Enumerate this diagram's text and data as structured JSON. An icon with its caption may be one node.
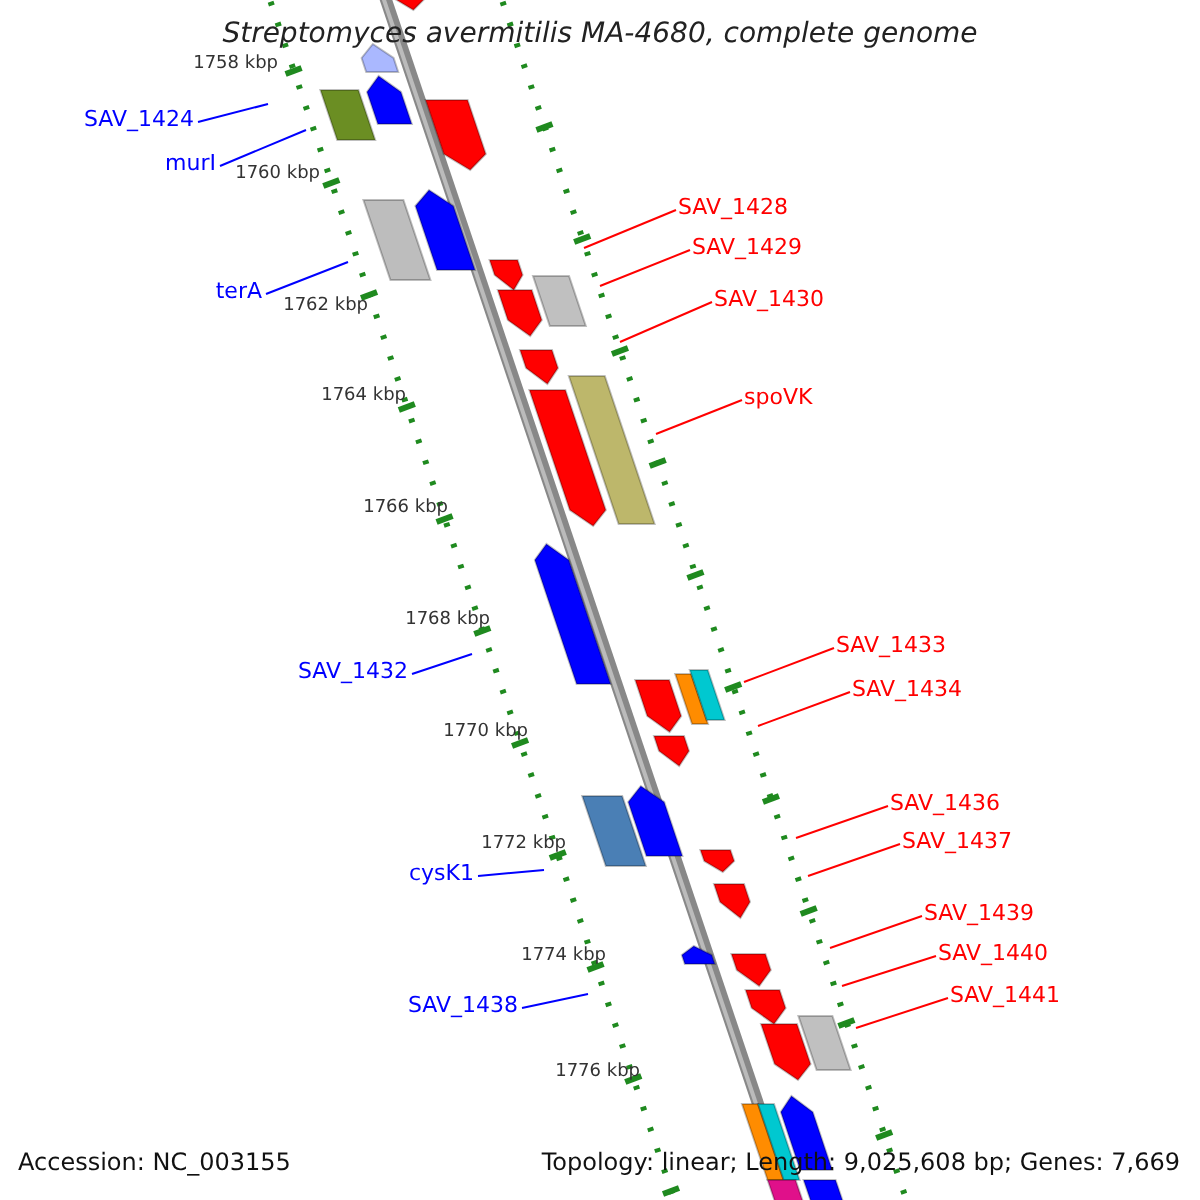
{
  "diagram": {
    "title": "Streptomyces avermitilis MA-4680, complete genome",
    "nodes": [
      {
        "text": [
          "SAV_1424"
        ]
      },
      {
        "text": [
          "murI"
        ]
      },
      {
        "text": [
          "SAV_1428"
        ]
      },
      {
        "text": [
          "SAV_1429"
        ]
      },
      {
        "text": [
          "terA"
        ]
      },
      {
        "text": [
          "SAV_1430"
        ]
      },
      {
        "text": [
          "spoVK"
        ]
      },
      {
        "text": [
          "SAV_1433"
        ]
      },
      {
        "text": [
          "SAV_1432"
        ]
      },
      {
        "text": [
          "SAV_1434"
        ]
      },
      {
        "text": [
          "SAV_1436"
        ]
      },
      {
        "text": [
          "SAV_1437"
        ]
      },
      {
        "text": [
          "cysK1"
        ]
      },
      {
        "text": [
          "SAV_1439"
        ]
      },
      {
        "text": [
          "SAV_1440"
        ]
      },
      {
        "text": [
          "SAV_1441"
        ]
      },
      {
        "text": [
          "SAV_1438"
        ]
      }
    ],
    "edges": [
      {
        "from": 0,
        "to": null,
        "arrow": "none",
        "color": "#0000ff"
      },
      {
        "from": 1,
        "to": null,
        "arrow": "none",
        "color": "#0000ff"
      },
      {
        "from": 2,
        "to": null,
        "arrow": "none"
      },
      {
        "from": 3,
        "to": null,
        "arrow": "none"
      },
      {
        "from": 4,
        "to": null,
        "arrow": "none",
        "color": "#0000ff"
      },
      {
        "from": 5,
        "to": null,
        "arrow": "none"
      },
      {
        "from": 6,
        "to": null,
        "arrow": "none"
      },
      {
        "from": 7,
        "to": null,
        "arrow": "none"
      },
      {
        "from": 8,
        "to": null,
        "arrow": "none",
        "color": "#0000ff"
      },
      {
        "from": 9,
        "to": null,
        "arrow": "none"
      },
      {
        "from": 10,
        "to": null,
        "arrow": "none"
      },
      {
        "from": 11,
        "to": null,
        "arrow": "none"
      },
      {
        "from": 12,
        "to": null,
        "arrow": "none",
        "color": "#0000ff"
      },
      {
        "from": 13,
        "to": null,
        "arrow": "none"
      },
      {
        "from": 14,
        "to": null,
        "arrow": "none"
      },
      {
        "from": 15,
        "to": null,
        "arrow": "none"
      },
      {
        "from": 16,
        "to": null,
        "arrow": "none",
        "color": "#0000ff"
      }
    ],
    "labels": [
      "1758 kbp",
      "1760 kbp",
      "1762 kbp",
      "1764 kbp",
      "1766 kbp",
      "1768 kbp",
      "1770 kbp",
      "1772 kbp",
      "1774 kbp",
      "1776 kbp",
      "Accession: NC_003155",
      "Topology: linear; Length: 9,025,608 bp; Genes: 7,669"
    ]
  }
}
